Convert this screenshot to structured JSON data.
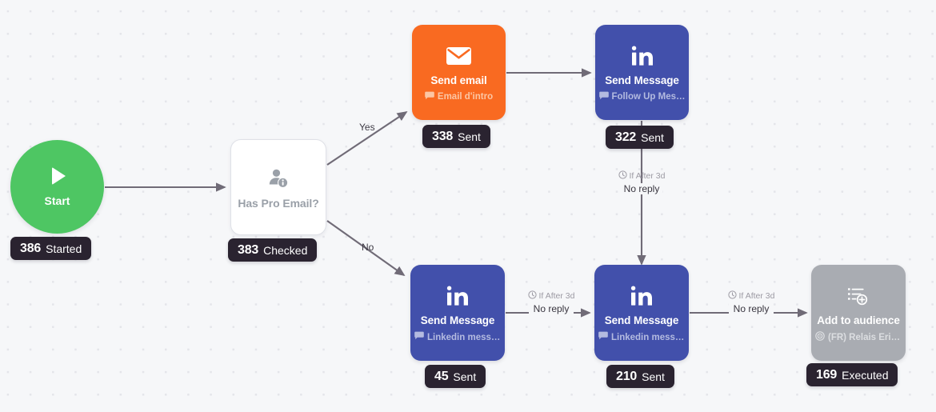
{
  "canvas": {
    "background_color": "#f6f7f9",
    "dot_color": "#e4e5ea"
  },
  "colors": {
    "start_green": "#4ec663",
    "email_orange": "#f96a21",
    "linkedin_blue": "#4250ab",
    "audience_gray": "#a9acb2",
    "badge_dark": "#2a2330",
    "edge_gray": "#706b77"
  },
  "nodes": {
    "start": {
      "id": "start",
      "label": "Start",
      "icon": "play-icon",
      "badge": {
        "count": "386",
        "label": "Started"
      }
    },
    "decision": {
      "id": "has-pro-email",
      "label": "Has Pro Email?",
      "icon": "person-info-icon",
      "badge": {
        "count": "383",
        "label": "Checked"
      }
    },
    "send_email": {
      "id": "send-email",
      "label": "Send email",
      "subtitle": "Email d'intro",
      "icon": "envelope-icon",
      "subtitle_icon": "speech-bubble-icon",
      "badge": {
        "count": "338",
        "label": "Sent"
      }
    },
    "follow_up": {
      "id": "send-message-follow-up",
      "label": "Send Message",
      "subtitle": "Follow Up Mess...",
      "icon": "linkedin-icon",
      "subtitle_icon": "speech-bubble-icon",
      "badge": {
        "count": "322",
        "label": "Sent"
      }
    },
    "linkedin_first": {
      "id": "send-message-linkedin-1",
      "label": "Send Message",
      "subtitle": "Linkedin messa...",
      "icon": "linkedin-icon",
      "subtitle_icon": "speech-bubble-icon",
      "badge": {
        "count": "45",
        "label": "Sent"
      }
    },
    "linkedin_second": {
      "id": "send-message-linkedin-2",
      "label": "Send Message",
      "subtitle": "Linkedin messa...",
      "icon": "linkedin-icon",
      "subtitle_icon": "speech-bubble-icon",
      "badge": {
        "count": "210",
        "label": "Sent"
      }
    },
    "add_audience": {
      "id": "add-to-audience",
      "label": "Add to audience",
      "subtitle": "(FR) Relais Eric ...",
      "icon": "list-add-icon",
      "subtitle_icon": "target-icon",
      "badge": {
        "count": "169",
        "label": "Executed"
      }
    }
  },
  "edges": {
    "branch_yes": "Yes",
    "branch_no": "No",
    "cond_vertical": {
      "delay": "If After 3d",
      "reason": "No reply",
      "icon": "clock-icon"
    },
    "cond_mid": {
      "delay": "If After 3d",
      "reason": "No reply",
      "icon": "clock-icon"
    },
    "cond_right": {
      "delay": "If After 3d",
      "reason": "No reply",
      "icon": "clock-icon"
    }
  }
}
